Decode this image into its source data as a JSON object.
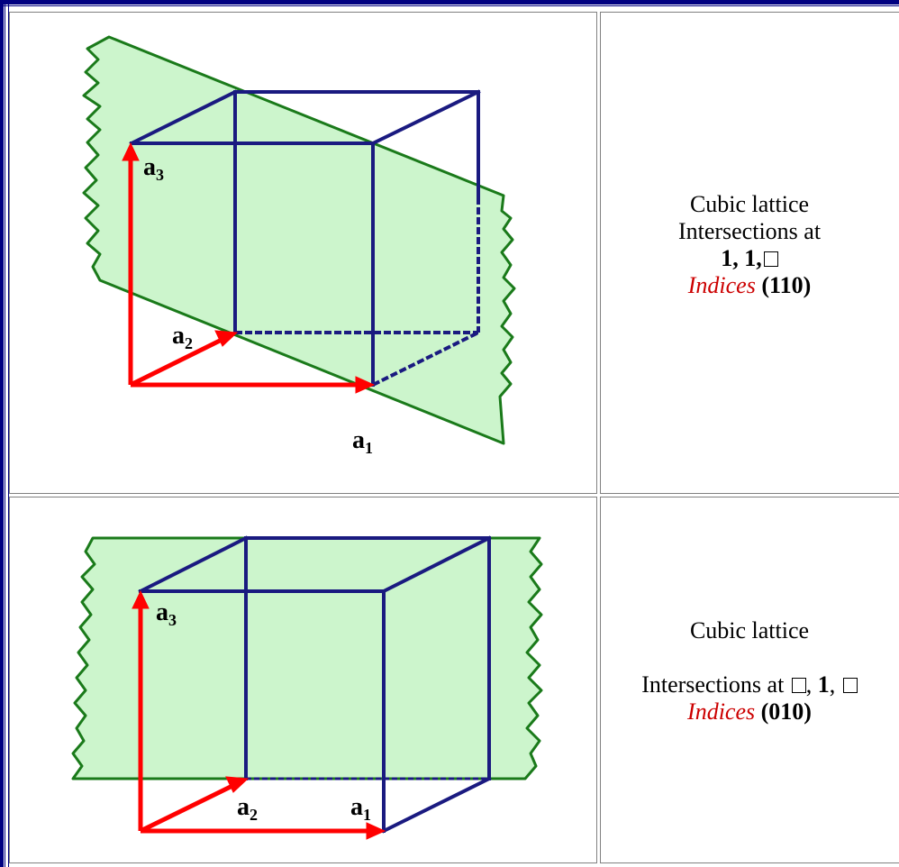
{
  "rows": [
    {
      "caption": {
        "line1": "Cubic lattice",
        "line2": "Intersections at",
        "intercepts_bold": "1, 1,",
        "indices_word": "Indices",
        "indices_value": "(110)"
      },
      "vectors": {
        "a3": {
          "letter": "a",
          "sub": "3"
        },
        "a2": {
          "letter": "a",
          "sub": "2"
        },
        "a1": {
          "letter": "a",
          "sub": "1"
        }
      }
    },
    {
      "caption": {
        "line1": "Cubic lattice",
        "line2": "Intersections at",
        "intercept_sep": ",",
        "intercept_mid": "1",
        "intercept_sep2": ",",
        "indices_word": "Indices",
        "indices_value": "(010)"
      },
      "vectors": {
        "a3": {
          "letter": "a",
          "sub": "3"
        },
        "a2": {
          "letter": "a",
          "sub": "2"
        },
        "a1": {
          "letter": "a",
          "sub": "1"
        }
      }
    }
  ],
  "colors": {
    "frame": "#000080",
    "plane_fill": "#ccf5cc",
    "plane_edge": "#1a7a1a",
    "cube_edge": "#1a1a80",
    "vector": "#ff0000",
    "indices_word": "#cc0000"
  }
}
